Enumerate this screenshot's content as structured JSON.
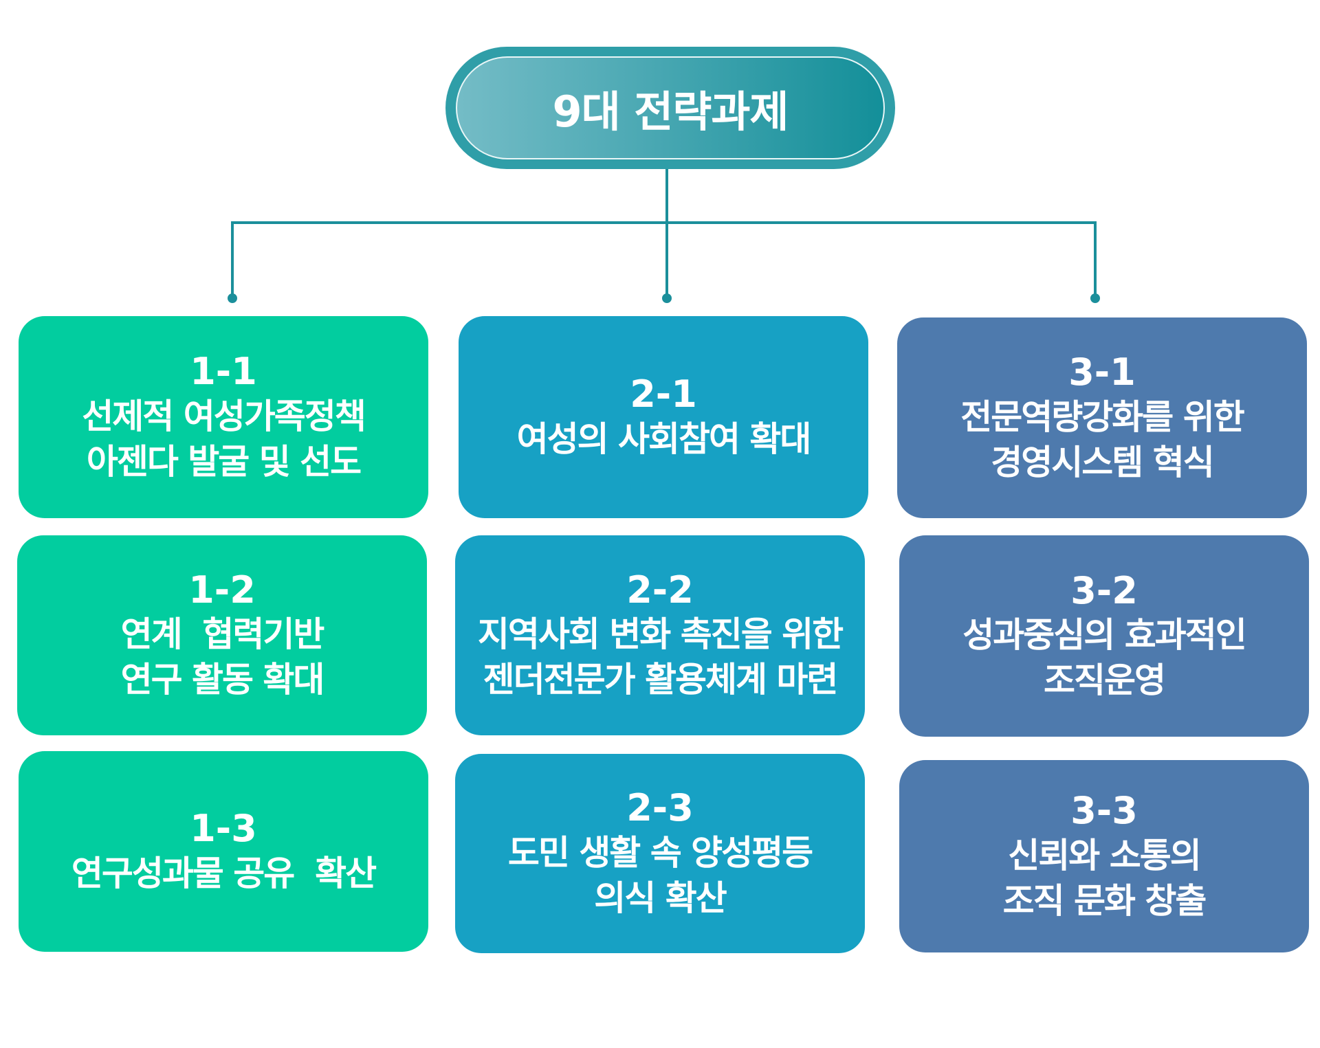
{
  "title": "9대 전략과제",
  "colors": {
    "connector": "#1b8f9b",
    "group1": "#02cd9f",
    "group2": "#17a1c4",
    "group3": "#4e7aad"
  },
  "groups": [
    {
      "items": [
        {
          "number": "1-1",
          "lines": [
            "선제적 여성가족정책",
            "아젠다 발굴 및 선도"
          ]
        },
        {
          "number": "1-2",
          "lines": [
            "연계  협력기반",
            "연구 활동 확대"
          ]
        },
        {
          "number": "1-3",
          "lines": [
            "연구성과물 공유  확산"
          ]
        }
      ]
    },
    {
      "items": [
        {
          "number": "2-1",
          "lines": [
            "여성의 사회참여 확대"
          ]
        },
        {
          "number": "2-2",
          "lines": [
            "지역사회 변화 촉진을 위한",
            "젠더전문가 활용체계 마련"
          ]
        },
        {
          "number": "2-3",
          "lines": [
            "도민 생활 속 양성평등",
            "의식 확산"
          ]
        }
      ]
    },
    {
      "items": [
        {
          "number": "3-1",
          "lines": [
            "전문역량강화를 위한",
            "경영시스템 혁식"
          ]
        },
        {
          "number": "3-2",
          "lines": [
            "성과중심의 효과적인",
            "조직운영"
          ]
        },
        {
          "number": "3-3",
          "lines": [
            "신뢰와 소통의",
            "조직 문화 창출"
          ]
        }
      ]
    }
  ]
}
